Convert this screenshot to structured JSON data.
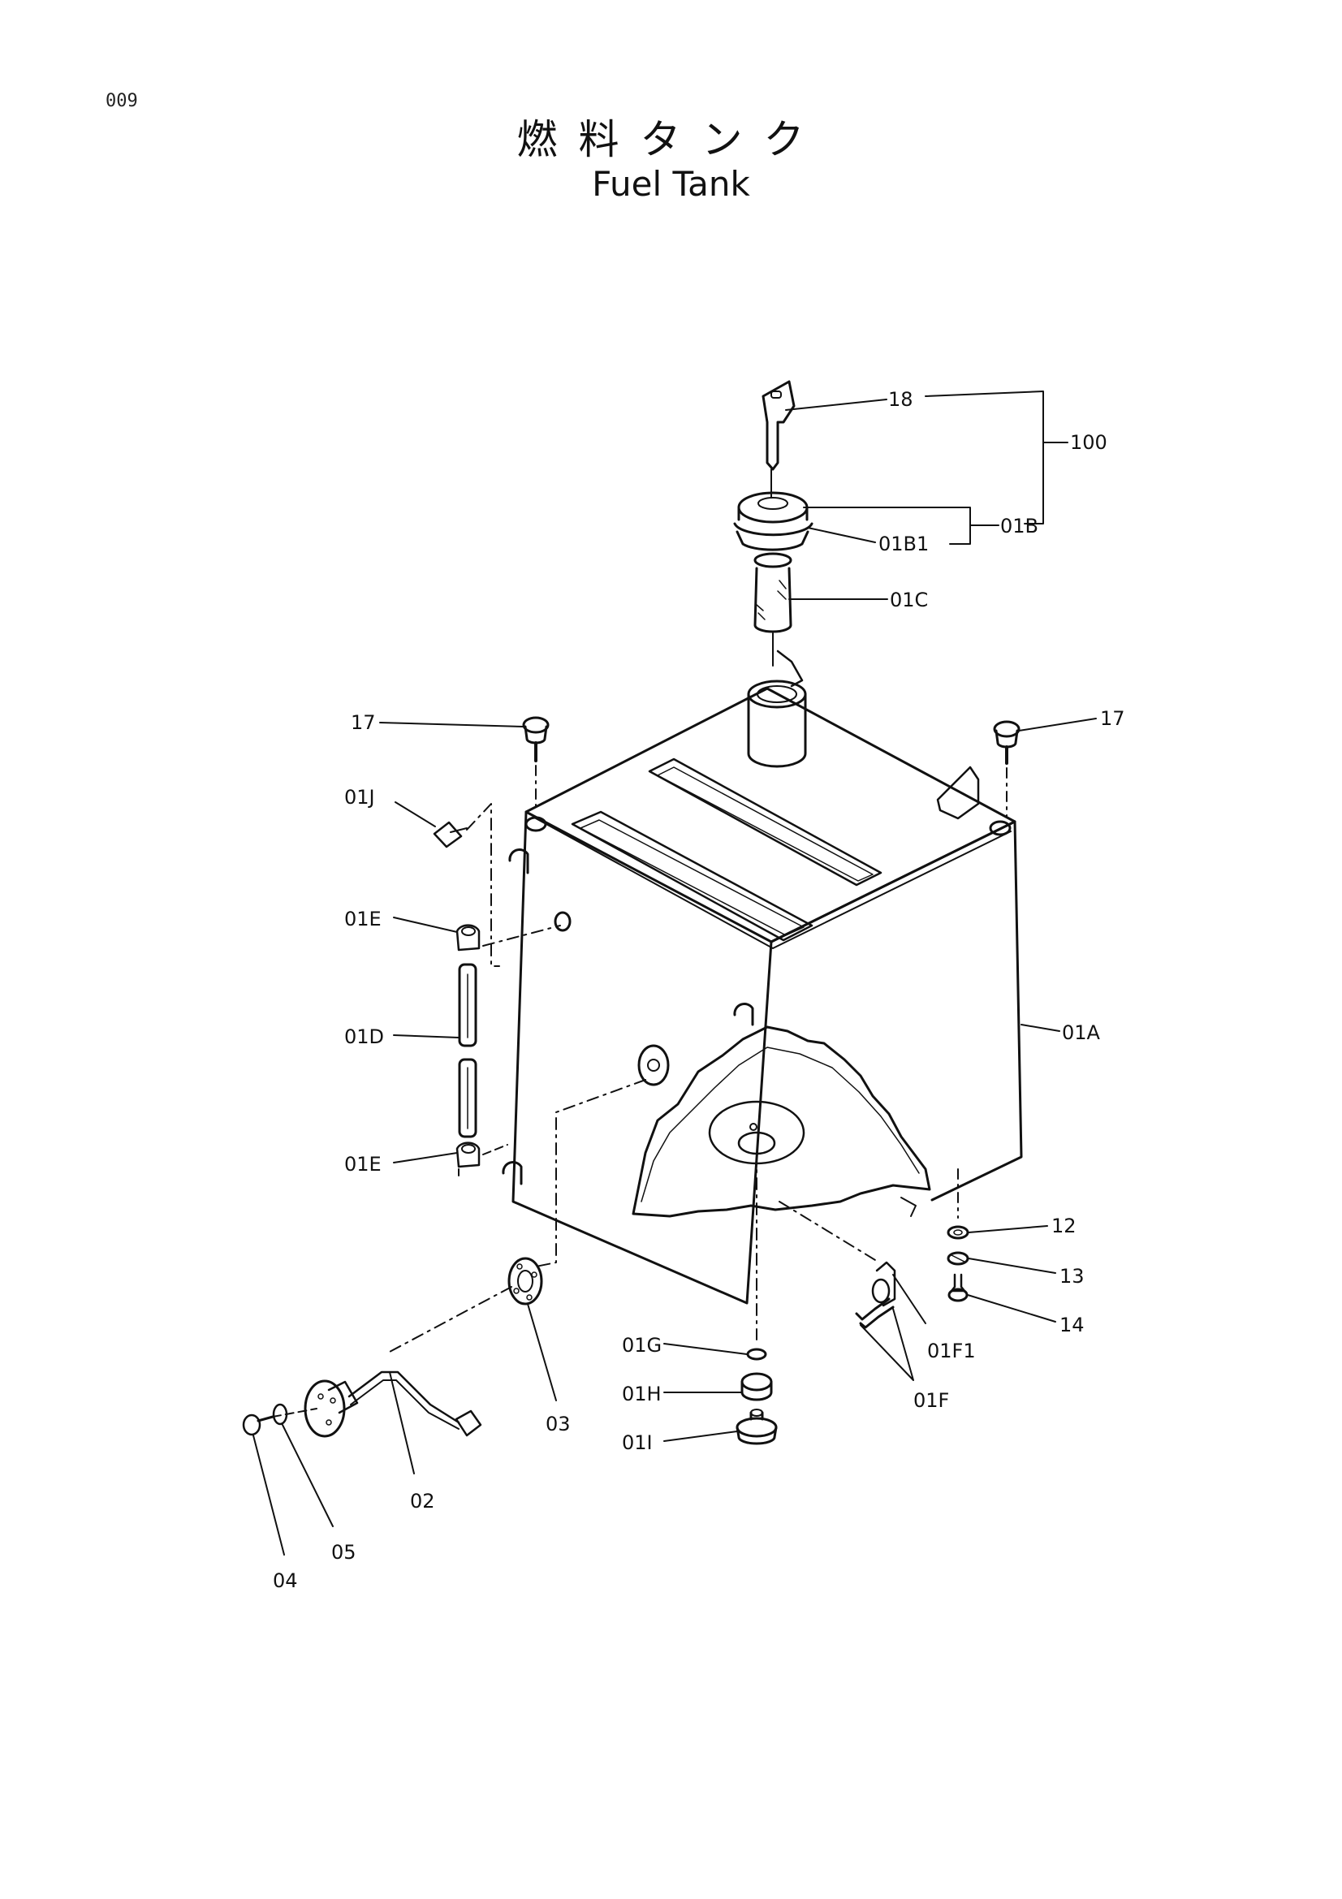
{
  "page": {
    "number": "009",
    "title_jp": "燃料タンク",
    "title_en": "Fuel Tank"
  },
  "callouts": {
    "key": "18",
    "assembly": "100",
    "cap_assy": "01B",
    "cap_seal": "01B1",
    "strainer": "01C",
    "bolt_left": "17",
    "bolt_right": "17",
    "plug_j": "01J",
    "clamp_top": "01E",
    "gauge_tube": "01D",
    "clamp_bottom": "01E",
    "tank": "01A",
    "washer": "12",
    "lock_washer": "13",
    "bolt_bottom": "14",
    "gasket": "03",
    "o_ring": "01G",
    "drain_seat": "01H",
    "drain_plug": "01I",
    "elbow_assy": "01F",
    "elbow_part": "01F1",
    "sender": "02",
    "screw": "04",
    "spring_washer": "05"
  }
}
